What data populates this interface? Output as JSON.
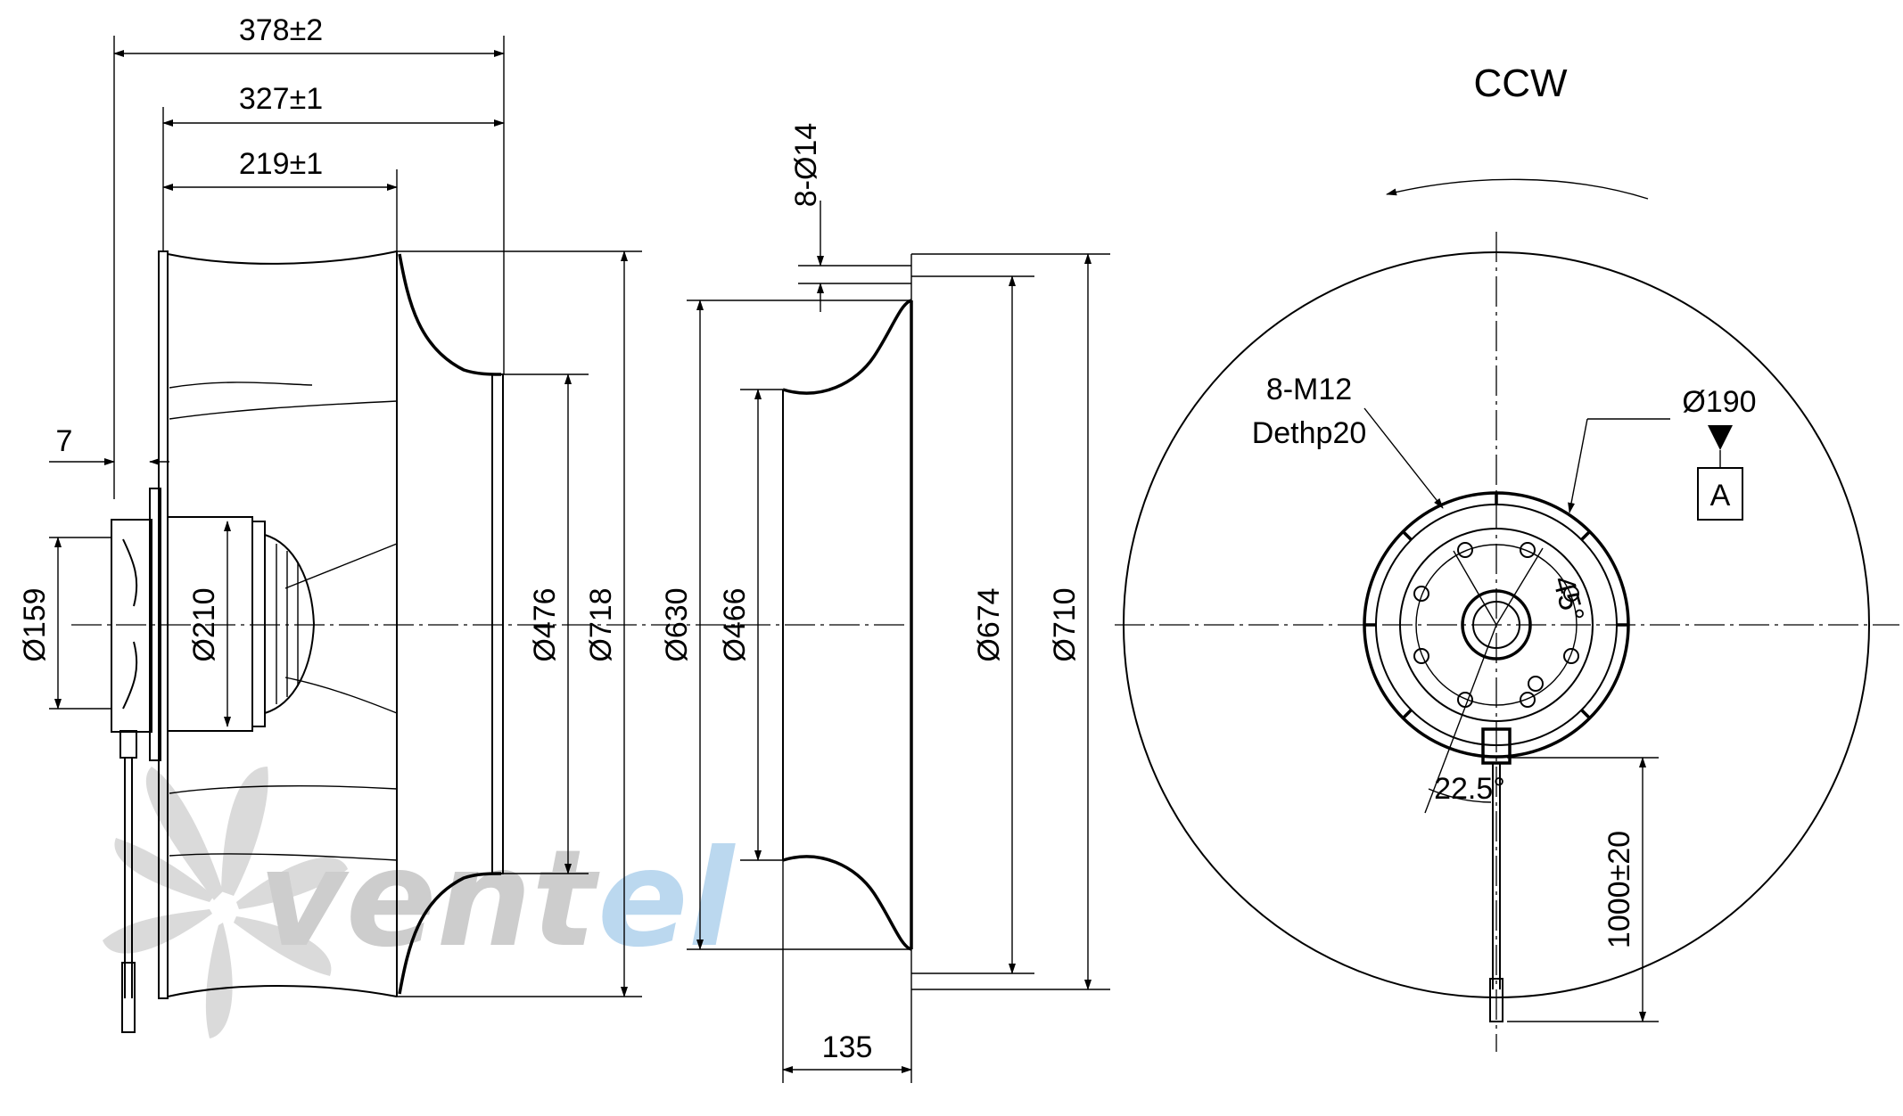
{
  "side_view": {
    "dim_overall": "378±2",
    "dim_body": "327±1",
    "dim_impeller": "219±1",
    "dim_flange": "7",
    "dia_shaft": "Ø159",
    "dia_motor": "Ø210",
    "dia_inlet": "Ø476",
    "dia_outer": "Ø718"
  },
  "nozzle_view": {
    "holes": "8-Ø14",
    "dia_ring": "Ø630",
    "dia_throat": "Ø466",
    "dia_bolt": "Ø674",
    "dia_outer": "Ø710",
    "depth": "135"
  },
  "front_view": {
    "rotation": "CCW",
    "thread": "8-M12",
    "thread_depth": "Dethp20",
    "dia_hub": "Ø190",
    "datum": "A",
    "angle_1": "45°",
    "angle_2": "22.5°",
    "cable": "1000±20"
  },
  "watermark": {
    "text_grey": "vent",
    "text_blue": "el",
    "color_grey": "#c8c8c8",
    "color_blue": "#b4d4ee"
  }
}
